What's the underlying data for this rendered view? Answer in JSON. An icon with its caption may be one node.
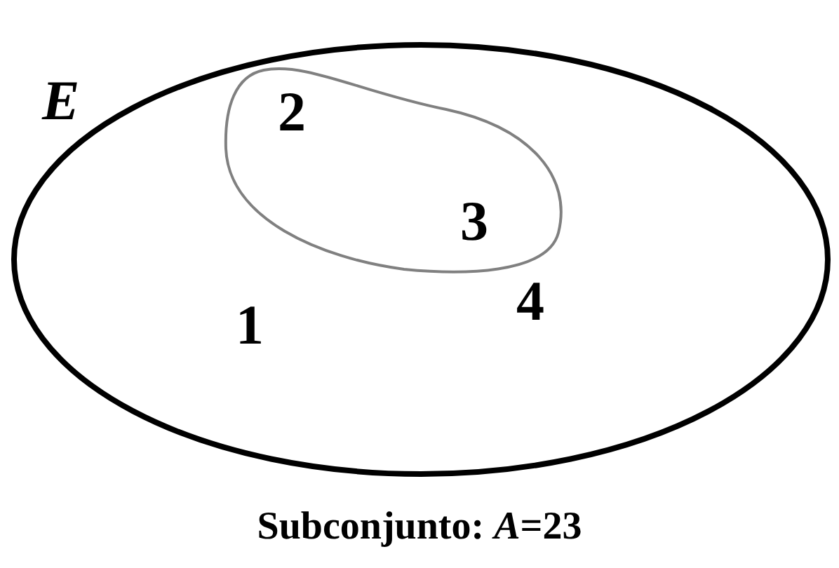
{
  "diagram": {
    "caption": "Subconjunto: *A*=23",
    "nodes": [
      {
        "text": [
          "E"
        ]
      },
      {
        "text": [],
        "shape": "blob",
        "in": 0
      },
      {
        "text": [
          "2"
        ],
        "in": 1
      },
      {
        "text": [
          "3"
        ],
        "in": 1
      },
      {
        "text": [
          "1"
        ],
        "in": 0
      },
      {
        "text": [
          "4"
        ],
        "in": 0
      }
    ]
  }
}
